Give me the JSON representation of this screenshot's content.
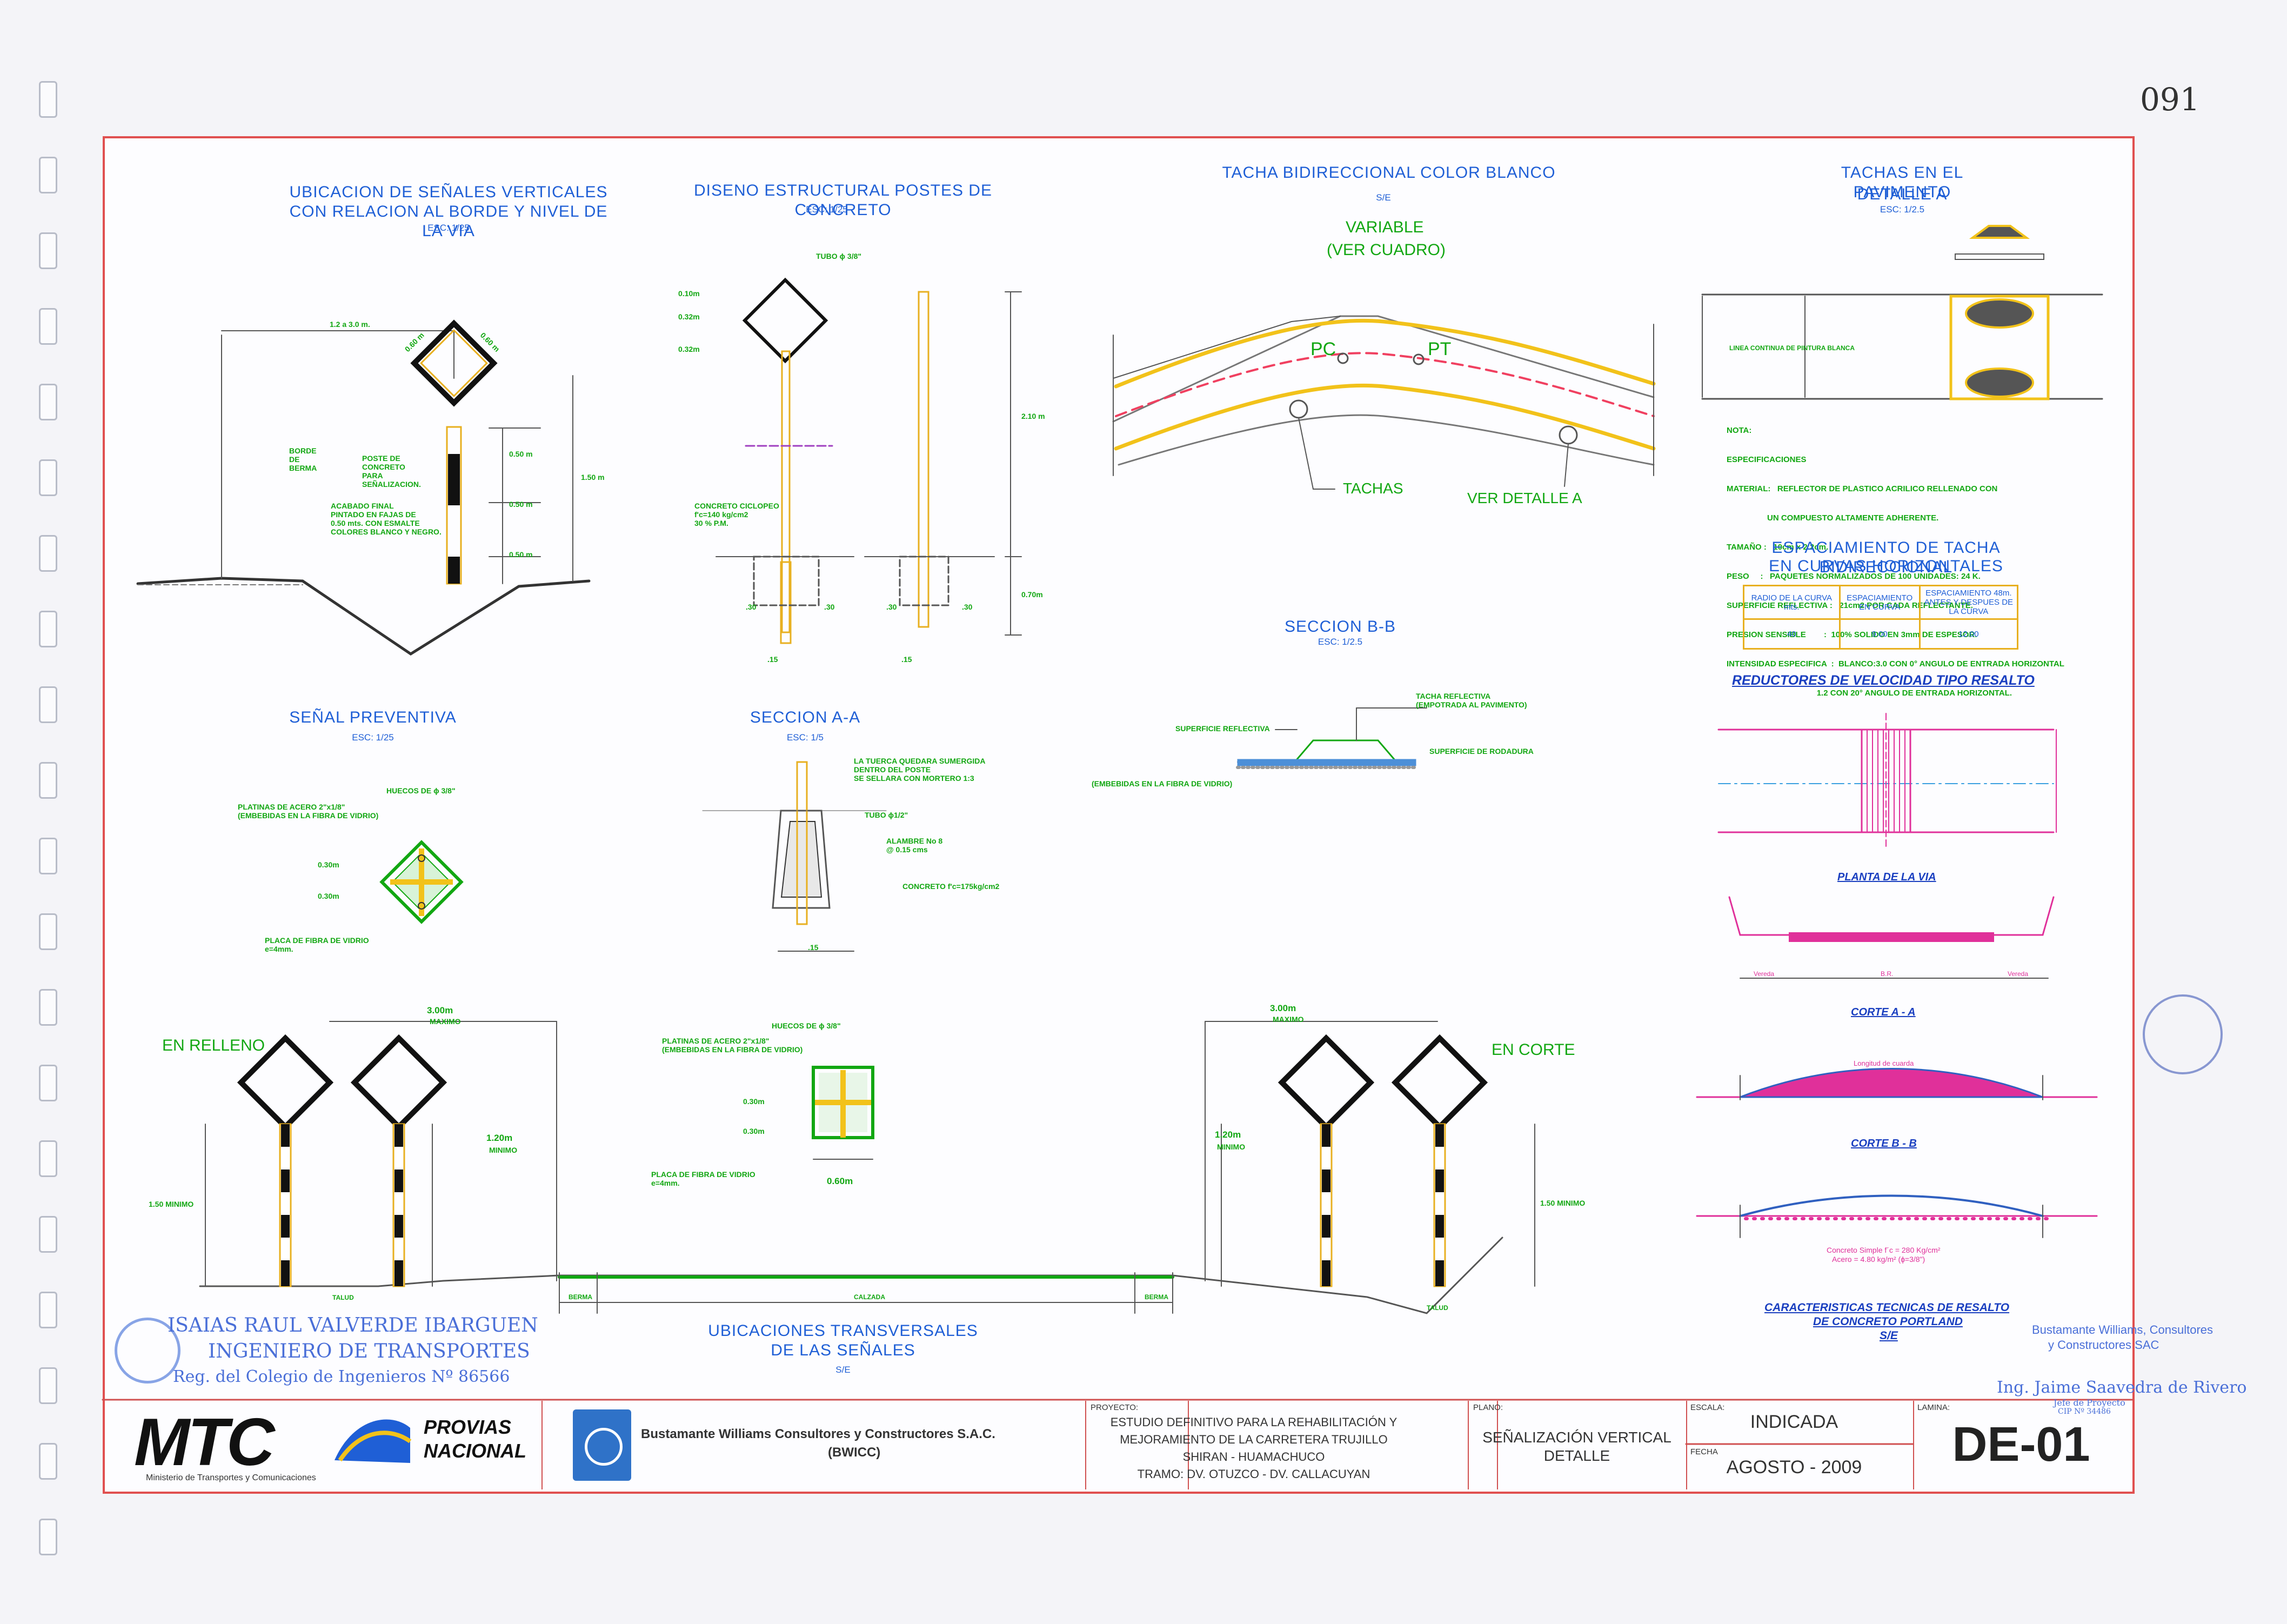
{
  "sheet_number": "091",
  "views": {
    "ubicacion_title": "UBICACION DE SEÑALES VERTICALES CON RELACION AL BORDE Y NIVEL DE LA VIA",
    "ubicacion_scale": "ESC: 1/25",
    "diseno_title": "DISENO ESTRUCTURAL POSTES DE CONCRETO",
    "diseno_scale": "ESC: 1/25",
    "tacha_title": "TACHA BIDIRECCIONAL COLOR BLANCO",
    "tacha_scale": "S/E",
    "tachas_pav_title": "TACHAS EN EL PAVIMENTO",
    "tachas_pav_subtitle": "DETALLE A",
    "tachas_pav_scale": "ESC: 1/2.5",
    "senal_preventiva_title": "SEÑAL PREVENTIVA",
    "senal_preventiva_scale": "ESC: 1/25",
    "seccion_aa_title": "SECCION A-A",
    "seccion_aa_scale": "ESC: 1/5",
    "seccion_bb_title": "SECCION B-B",
    "seccion_bb_scale": "ESC: 1/2.5",
    "en_relleno": "EN RELLENO",
    "en_corte": "EN CORTE",
    "ubicaciones_title": "UBICACIONES TRANSVERSALES DE LAS SEÑALES",
    "ubicaciones_scale": "S/E",
    "variable": "VARIABLE",
    "ver_cuadro": "(VER CUADRO)",
    "pc": "PC",
    "pt": "PT",
    "tachas": "TACHAS",
    "ver_detalle_a": "VER DETALLE A",
    "linea_continua": "LINEA CONTINUA DE PINTURA BLANCA",
    "reductores_title": "REDUCTORES DE VELOCIDAD TIPO RESALTO",
    "planta_de_la_via": "PLANTA DE LA VIA",
    "corte_aa": "CORTE A - A",
    "corte_bb": "CORTE B - B",
    "caracteristicas_l1": "CARACTERISTICAS TECNICAS DE RESALTO",
    "caracteristicas_l2": "DE CONCRETO PORTLAND",
    "caracteristicas_l3": "S/E",
    "espaciamiento_l1": "ESPACIAMIENTO DE TACHA BIDIRECCIONAL",
    "espaciamiento_l2": "EN CURVAS HORIZONTALES",
    "long_cuarda": "Longitud de cuarda",
    "concreto_simple": "Concreto Simple f´c = 280 Kg/cm²",
    "acero": "Acero = 4.80 kg/m² (ɸ=3/8\")"
  },
  "dims": {
    "d_1_2_3": "1.2 a 3.0 m.",
    "d_060": "0.60 m",
    "d_050": "0.50 m",
    "d_150": "1.50 m",
    "d_300": "3.00m",
    "maximo": "MAXIMO",
    "d_120": "1.20m",
    "minimo": "MINIMO",
    "d_150_minimo": "1.50 MINIMO",
    "d_210": "2.10 m",
    "d_070": "0.70m",
    "d_010": "0.10m",
    "d_032": "0.32m",
    "d_030": "0.30m",
    "d_060b": "0.60m",
    "d_015": ".15",
    "d_30": ".30",
    "talud": "TALUD",
    "berma": "BERMA",
    "calzada": "CALZADA",
    "vereda": "Vereda",
    "br": "B.R."
  },
  "notes": {
    "borde_berma": "BORDE\nDE\nBERMA",
    "poste_concreto": "POSTE DE\nCONCRETO\nPARA\nSEÑALIZACION.",
    "acabado": "ACABADO FINAL\nPINTADO EN FAJAS DE\n0.50 mts. CON ESMALTE\nCOLORES BLANCO Y NEGRO.",
    "tubo_38": "TUBO ɸ 3/8\"",
    "concreto_ciclopeo": "CONCRETO CICLOPEO\nf'c=140 kg/cm2\n30 % P.M.",
    "huecos": "HUECOS DE ɸ 3/8\"",
    "platinas": "PLATINAS DE ACERO 2\"x1/8\"\n(EMBEBIDAS EN LA FIBRA DE VIDRIO)",
    "placa_fibra": "PLACA DE FIBRA DE VIDRIO\ne=4mm.",
    "tuerca": "LA TUERCA QUEDARA SUMERGIDA\nDENTRO DEL POSTE\nSE SELLARA CON MORTERO 1:3",
    "tubo_12": "TUBO ɸ1/2\"",
    "alambre": "ALAMBRE No 8\n@ 0.15 cms",
    "concreto_175": "CONCRETO f'c=175kg/cm2",
    "tacha_reflectiva": "TACHA REFLECTIVA\n(EMPOTRADA AL PAVIMENTO)",
    "superficie_reflectiva": "SUPERFICIE REFLECTIVA",
    "superficie_rodadura": "SUPERFICIE DE RODADURA",
    "embebidas": "(EMBEBIDAS EN LA FIBRA DE VIDRIO)"
  },
  "nota_especificaciones": [
    "NOTA:",
    "ESPECIFICACIONES",
    "MATERIAL:   REFLECTOR DE PLASTICO ACRILICO RELLENADO CON",
    "                  UN COMPUESTO ALTAMENTE ADHERENTE.",
    "TAMAÑO :   10cm x 2.2cm.",
    "PESO     :   PAQUETES NORMALIZADOS DE 100 UNIDADES: 24 K.",
    "SUPERFICIE REFLECTIVA :   21cm2 POR CADA REFLECTANTE.",
    "PRESION SENSIBLE        :  100% SOLIDO EN 3mm DE ESPESOR.",
    "INTENSIDAD ESPECIFICA  :  BLANCO:3.0 CON 0° ANGULO DE ENTRADA HORIZONTAL",
    "                                        1.2 CON 20° ANGULO DE ENTRADA HORIZONTAL."
  ],
  "spacing_table": {
    "headers": [
      "RADIO DE LA CURVA mts.",
      "ESPACIAMIENTO EN CURVA",
      "ESPACIAMIENTO 48m. ANTES Y DESPUES DE LA CURVA"
    ],
    "rows": [
      [
        "40",
        "9.00",
        "12.00"
      ]
    ]
  },
  "stamps": {
    "engineer_l1": "ISAIAS RAUL VALVERDE IBARGUEN",
    "engineer_l2": "INGENIERO DE TRANSPORTES",
    "engineer_l3": "Reg. del Colegio de Ingenieros Nº 86566",
    "right_company_l1": "Bustamante Williams, Consultores",
    "right_company_l2": "y Constructores SAC",
    "right_engineer": "Ing. Jaime Saavedra de Rivero",
    "right_role": "Jefe de Proyecto",
    "right_cip": "CIP Nº 34486"
  },
  "title_block": {
    "mtc_logo": "MTC",
    "provias_l1": "PROVIAS",
    "provias_l2": "NACIONAL",
    "ministerio": "Ministerio de Transportes y Comunicaciones",
    "bwicc_l1": "Bustamante Williams Consultores y Constructores S.A.C.",
    "bwicc_l2": "(BWICC)",
    "proyecto_label": "PROYECTO:",
    "proyecto_l1": "ESTUDIO DEFINITIVO PARA LA REHABILITACIÓN Y",
    "proyecto_l2": "MEJORAMIENTO DE LA CARRETERA TRUJILLO",
    "proyecto_l3": "SHIRAN - HUAMACHUCO",
    "proyecto_l4": "TRAMO: DV. OTUZCO - DV. CALLACUYAN",
    "plano_label": "PLANO:",
    "plano_l1": "SEÑALIZACIÓN VERTICAL",
    "plano_l2": "DETALLE",
    "escala_label": "ESCALA:",
    "escala": "INDICADA",
    "fecha_label": "FECHA",
    "fecha": "AGOSTO - 2009",
    "lamina_label": "LAMINA:",
    "lamina": "DE-01"
  },
  "colors": {
    "frame": "#e05050",
    "title_blue": "#1f5fd6",
    "note_green": "#12a712",
    "post_yellow": "#f2c21a",
    "bump_magenta": "#e0309a"
  }
}
